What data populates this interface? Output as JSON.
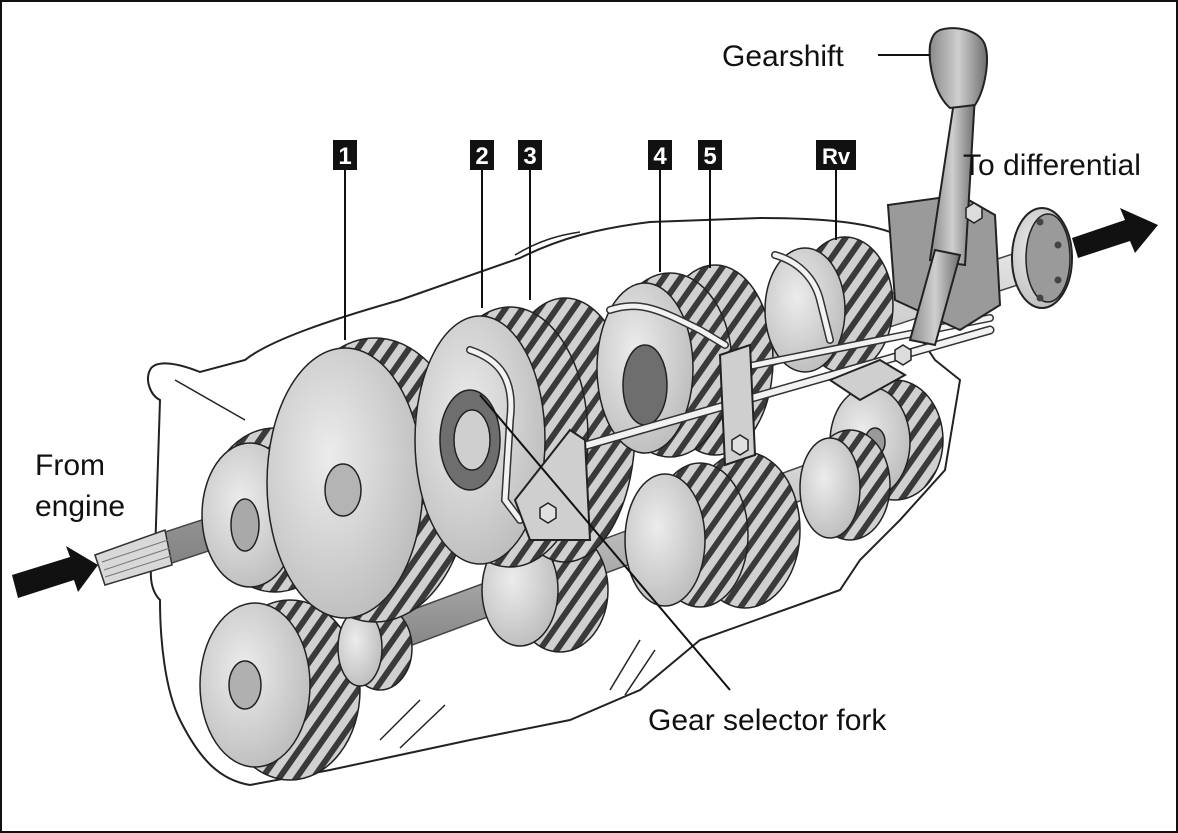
{
  "labels": {
    "gearshift": "Gearshift",
    "to_differential": "To differential",
    "from_engine_line1": "From",
    "from_engine_line2": "engine",
    "gear_selector_fork": "Gear selector fork"
  },
  "gear_numbers": [
    "1",
    "2",
    "3",
    "4",
    "5",
    "Rv"
  ],
  "colors": {
    "border": "#111111",
    "gear_fill": "#c8c8c8",
    "gear_face": "#dcdcdc",
    "gear_tooth": "#3a3a3a",
    "shaft": "#b5b5b5",
    "housing_stroke": "#222222",
    "fork_rod": "#f2f2f2",
    "label_box": "#111111"
  }
}
